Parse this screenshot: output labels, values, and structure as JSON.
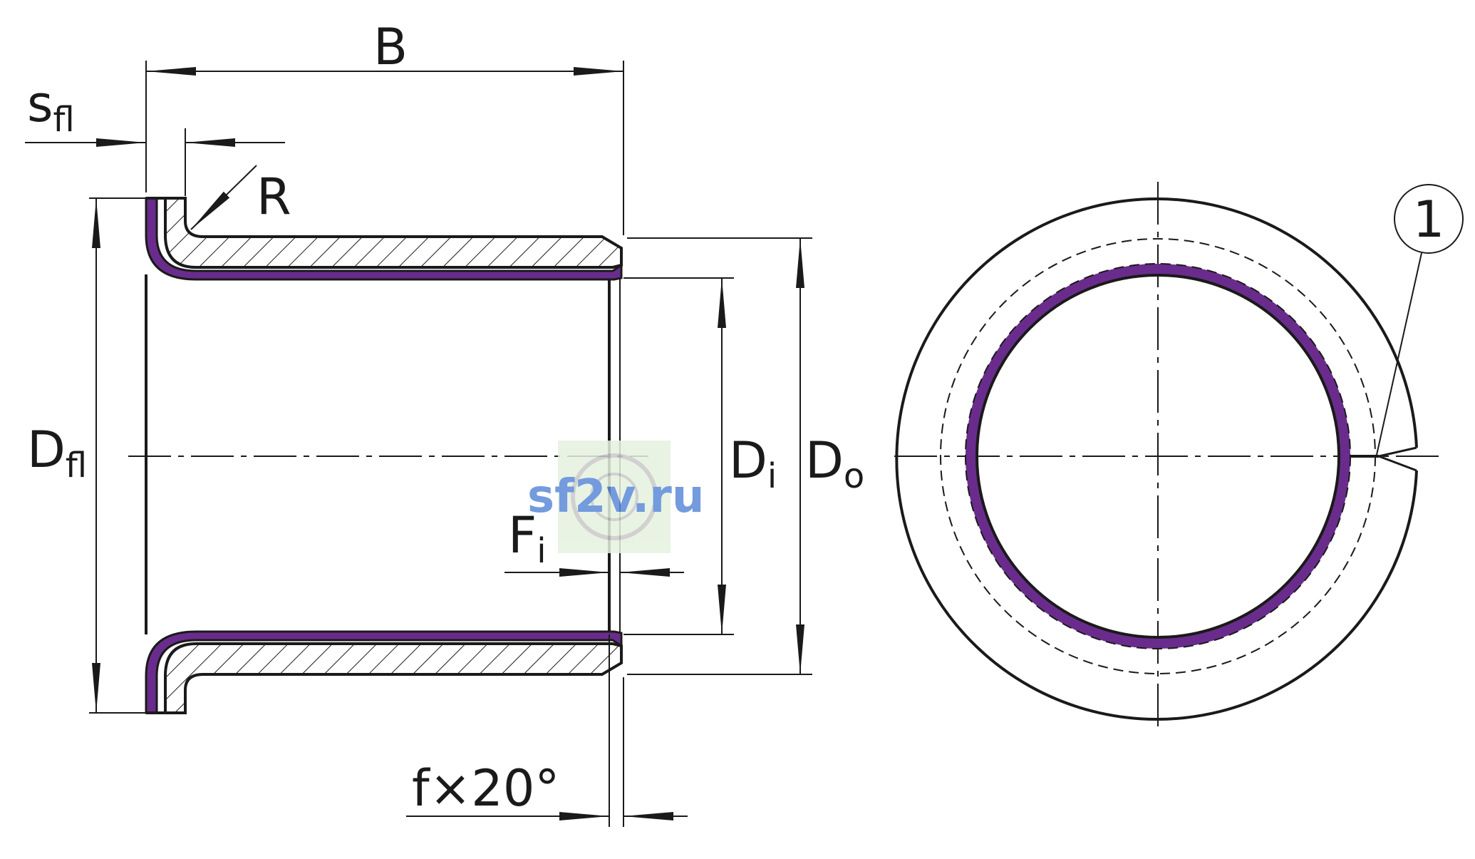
{
  "labels": {
    "B": "B",
    "s_fl_main": "s",
    "s_fl_sub": "fl",
    "R": "R",
    "D_fl_main": "D",
    "D_fl_sub": "fl",
    "D_i_main": "D",
    "D_i_sub": "i",
    "D_o_main": "D",
    "D_o_sub": "o",
    "F_i_main": "F",
    "F_i_sub": "i",
    "chamfer": "f×20°",
    "callout": "1"
  },
  "watermark": "sf2v.ru",
  "colors": {
    "line": "#1a1a1a",
    "sliding_layer": "#6a2c8c",
    "watermark_text": "#5b8ad8",
    "watermark_bg": "#e6f2e0"
  }
}
